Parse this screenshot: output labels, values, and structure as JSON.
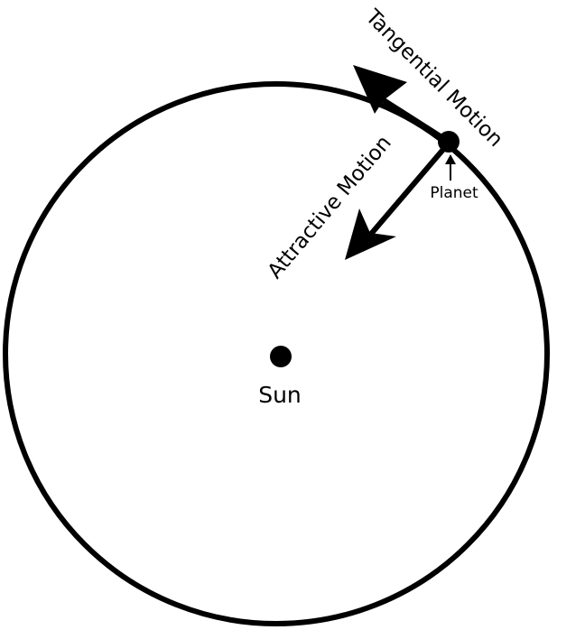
{
  "labels": {
    "sun": "Sun",
    "planet": "Planet",
    "tangential": "Tangential Motion",
    "attractive": "Attractive Motion"
  },
  "colors": {
    "ink": "#000000",
    "background": "#ffffff"
  }
}
